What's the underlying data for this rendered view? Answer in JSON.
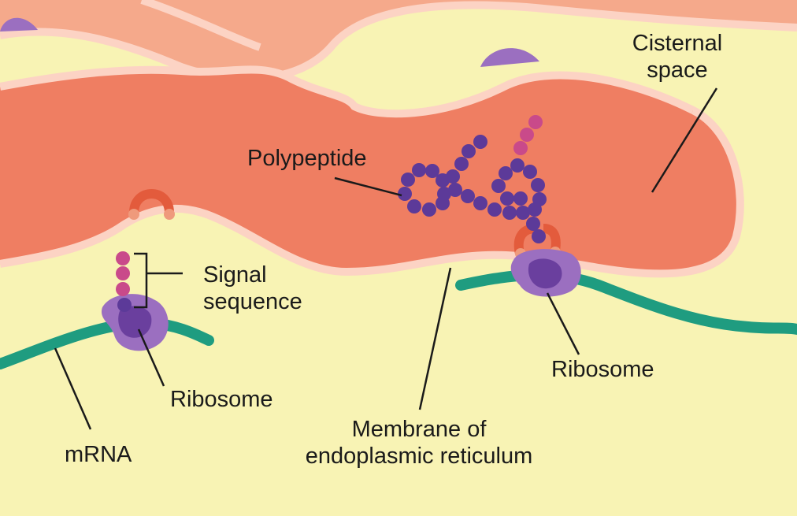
{
  "labels": {
    "cisternal_space_line1": "Cisternal",
    "cisternal_space_line2": "space",
    "polypeptide": "Polypeptide",
    "signal_sequence_line1": "Signal",
    "signal_sequence_line2": "sequence",
    "ribosome_left": "Ribosome",
    "ribosome_right": "Ribosome",
    "mrna": "mRNA",
    "membrane_line1": "Membrane of",
    "membrane_line2": "endoplasmic reticulum"
  },
  "colors": {
    "cytosol": "#f8f3b4",
    "er_lumen": "#ef7e62",
    "er_upper_fold": "#f5a98b",
    "membrane_edge": "#fcd3c4",
    "mrna": "#1f9c80",
    "ribosome_light": "#9b6fc0",
    "ribosome_dark": "#6a3f9e",
    "amino_acid": "#5c3a99",
    "signal_aa": "#c94a8a",
    "translocon": "#e35b3c",
    "translocon_tip": "#ef9a7c"
  }
}
